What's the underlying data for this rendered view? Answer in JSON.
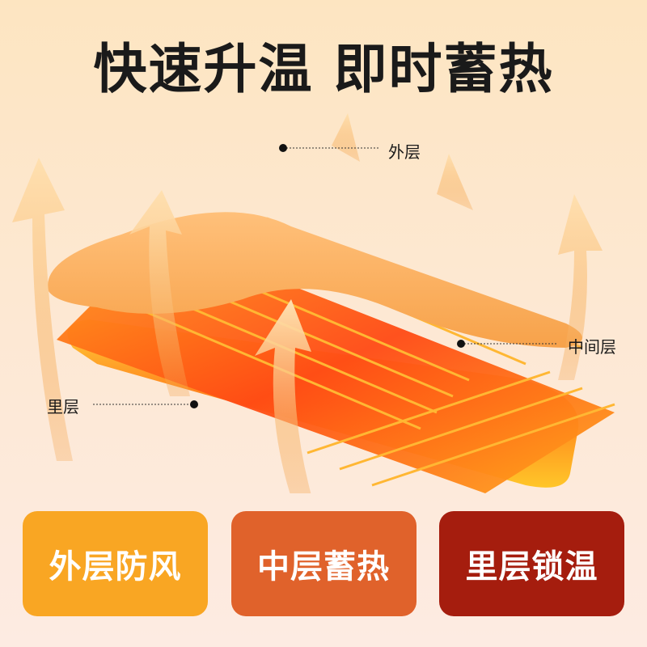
{
  "header": {
    "title": "快速升温 即时蓄热"
  },
  "diagram": {
    "labels": {
      "outer": "外层",
      "middle": "中间层",
      "inner": "里层"
    }
  },
  "features": [
    {
      "label": "外层防风",
      "color": "#f9a623"
    },
    {
      "label": "中层蓄热",
      "color": "#e0622b"
    },
    {
      "label": "里层锁温",
      "color": "#a51d0e"
    }
  ]
}
